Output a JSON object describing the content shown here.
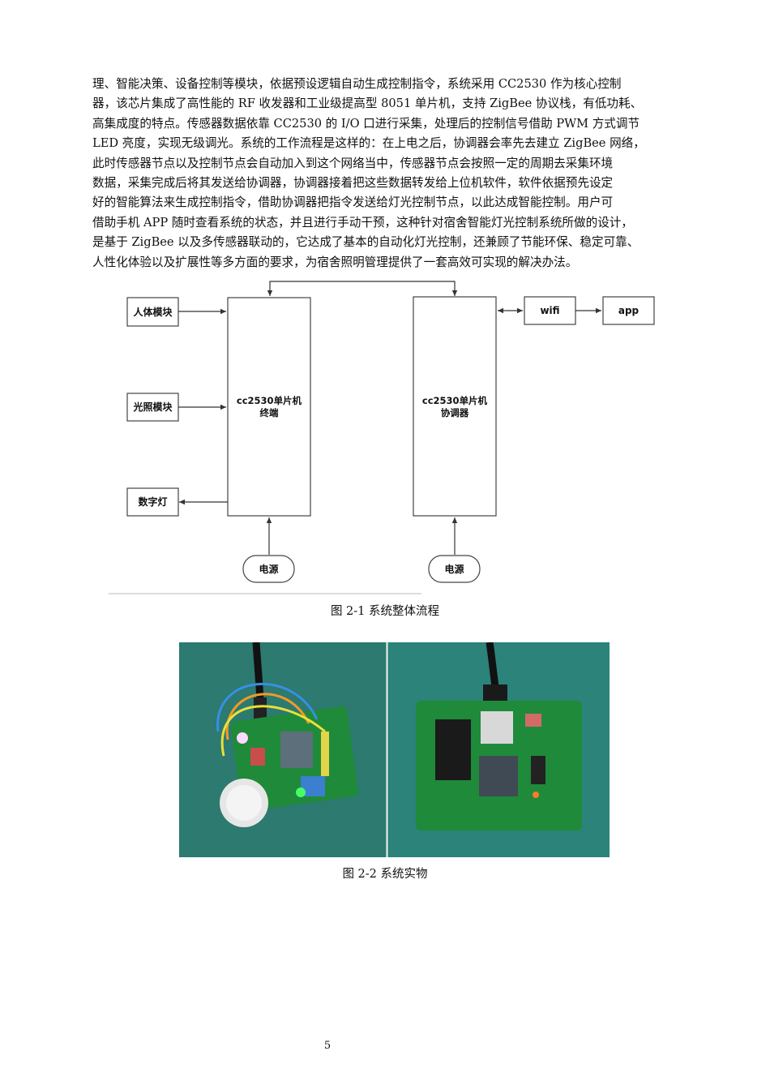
{
  "paragraph": {
    "lines": [
      "理、智能决策、设备控制等模块，依据预设逻辑自动生成控制指令，系统采用 CC2530 作为核心控制",
      "器，该芯片集成了高性能的 RF 收发器和工业级提高型 8051 单片机，支持 ZigBee 协议栈，有低功耗、",
      "高集成度的特点。传感器数据依靠 CC2530 的 I/O 口进行采集，处理后的控制信号借助 PWM 方式调节",
      "LED 亮度，实现无级调光。系统的工作流程是这样的：在上电之后，协调器会率先去建立 ZigBee 网络，",
      "此时传感器节点以及控制节点会自动加入到这个网络当中，传感器节点会按照一定的周期去采集环境",
      "数据，采集完成后将其发送给协调器，协调器接着把这些数据转发给上位机软件，软件依据预先设定",
      "好的智能算法来生成控制指令，借助协调器把指令发送给灯光控制节点，以此达成智能控制。用户可",
      "借助手机 APP 随时查看系统的状态，并且进行手动干预，这种针对宿舍智能灯光控制系统所做的设计，",
      "是基于 ZigBee 以及多传感器联动的，它达成了基本的自动化灯光控制，还兼顾了节能环保、稳定可靠、",
      "人性化体验以及扩展性等多方面的要求，为宿舍照明管理提供了一套高效可实现的解决办法。"
    ]
  },
  "diagram": {
    "human_module": "人体模块",
    "light_module": "光照模块",
    "digital_lamp": "数字灯",
    "terminal_line1": "cc2530单片机",
    "terminal_line2": "终端",
    "coordinator_line1": "cc2530单片机",
    "coordinator_line2": "协调器",
    "wifi": "wifi",
    "app": "app",
    "power_left": "电源",
    "power_right": "电源"
  },
  "figure1_caption": "图 2-1  系统整体流程",
  "figure2_caption": "图 2-2  系统实物",
  "page_number": "5",
  "colors": {
    "photo_background": "#2a7f78",
    "pcb_green": "#1f8a3a"
  }
}
